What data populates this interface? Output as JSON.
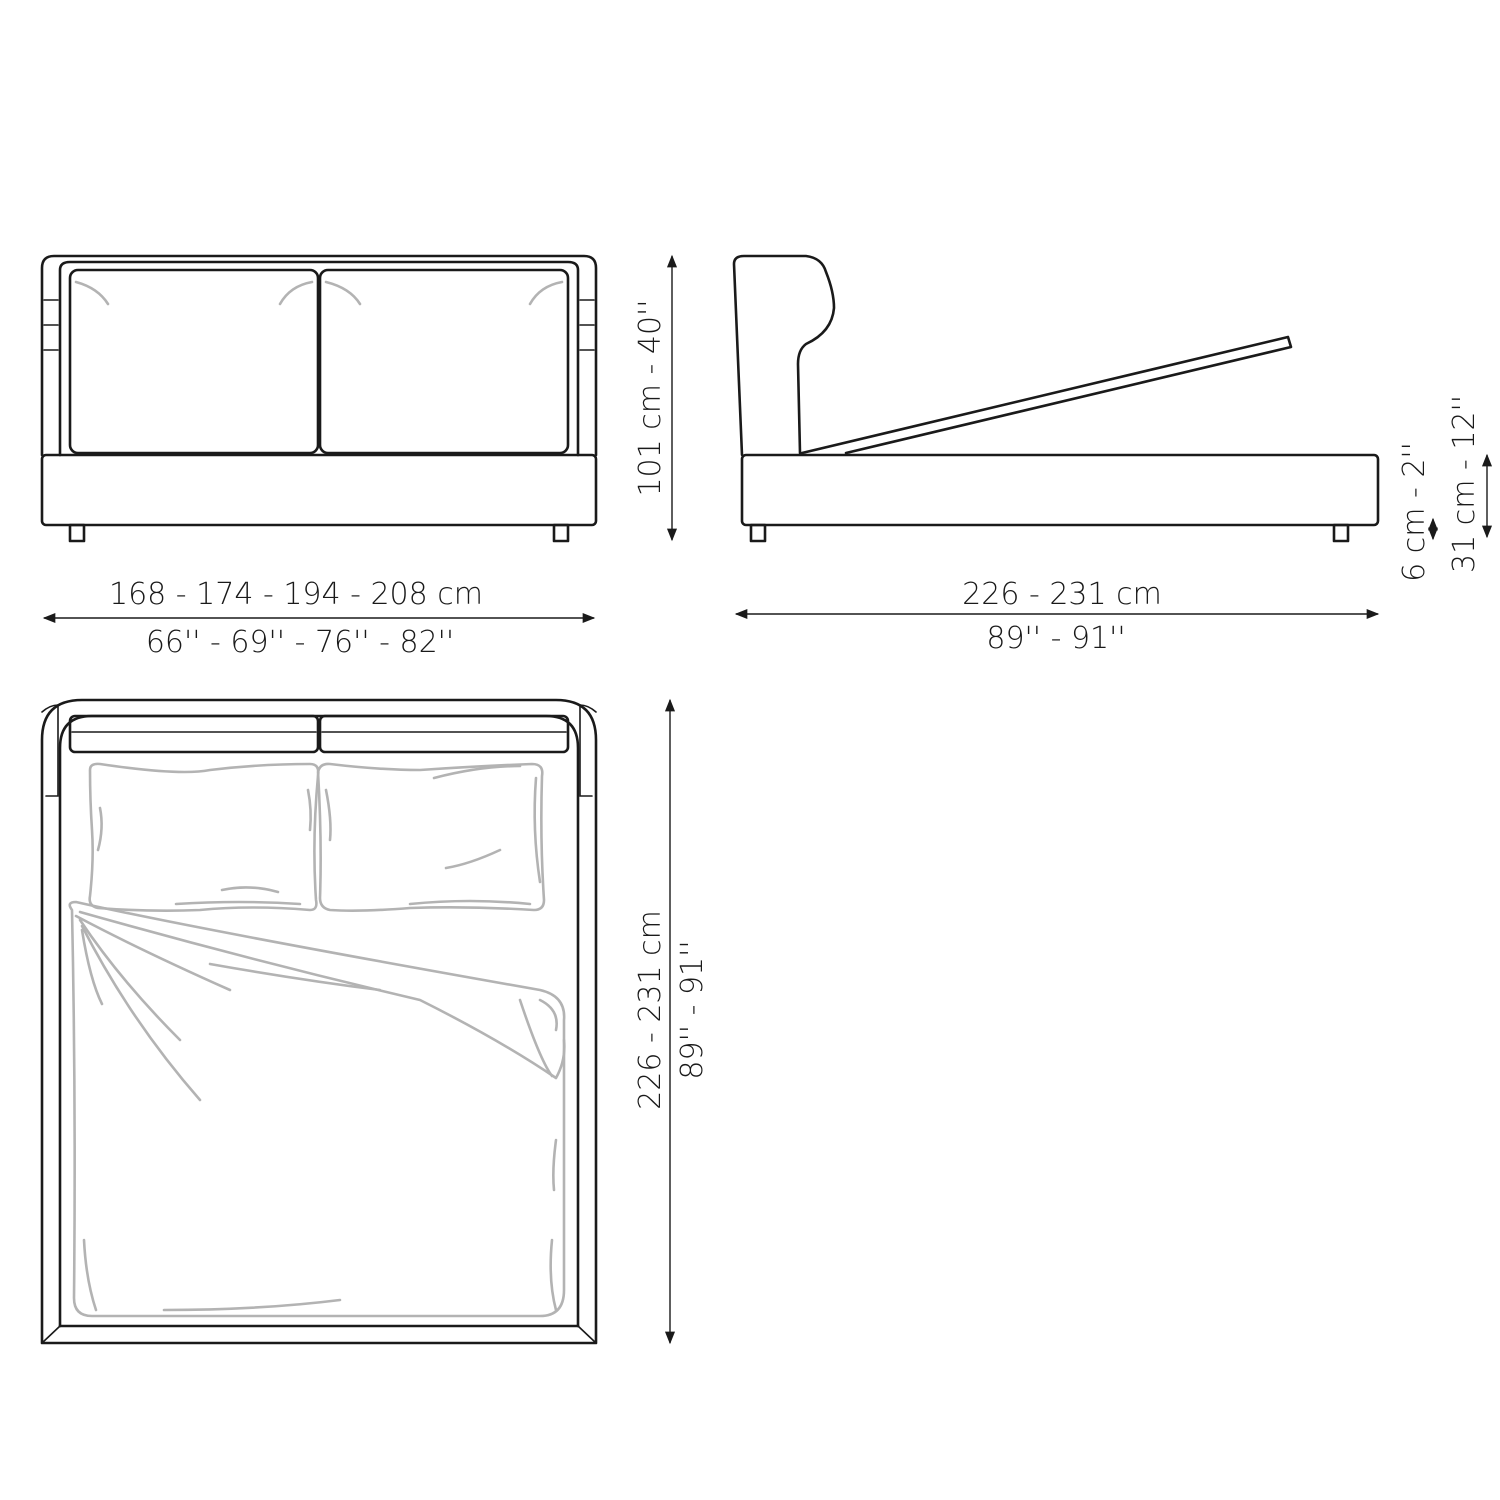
{
  "dimensions": {
    "front_width_cm": "168 - 174 - 194 - 208 cm",
    "front_width_in": "66'' - 69'' - 76'' - 82''",
    "height": "101 cm - 40''",
    "side_length_cm": "226 - 231 cm",
    "side_length_in": "89'' - 91''",
    "leg_height": "6 cm - 2''",
    "base_height": "31 cm - 12''",
    "top_length_cm": "226 - 231 cm",
    "top_length_in": "89'' - 91''"
  },
  "colors": {
    "line": "#1a1a1a",
    "bedding": "#b3b3b3",
    "background": "#ffffff"
  }
}
